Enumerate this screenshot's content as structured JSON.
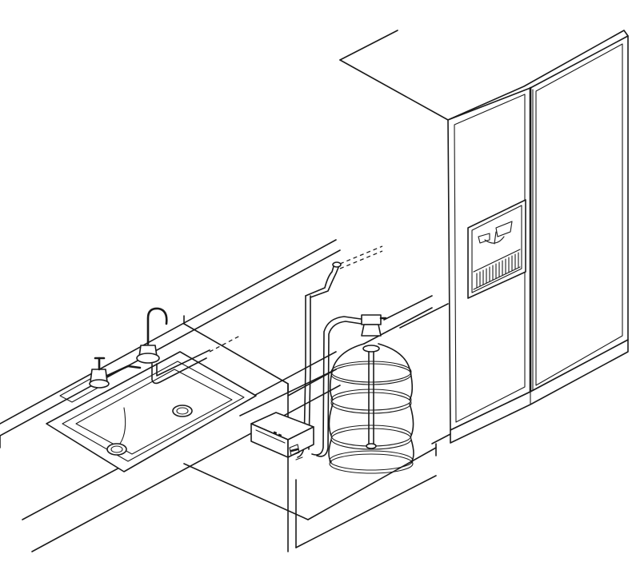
{
  "diagram": {
    "stroke_color": "#1a1a1a",
    "background_color": "#ffffff",
    "components": [
      {
        "id": "refrigerator",
        "icon": "side-by-side-refrigerator-icon"
      },
      {
        "id": "water-dispenser",
        "icon": "ice-water-dispenser-icon"
      },
      {
        "id": "kitchen-sink",
        "icon": "double-basin-sink-icon"
      },
      {
        "id": "faucet",
        "icon": "faucet-icon"
      },
      {
        "id": "water-bottle",
        "icon": "water-bottle-icon"
      },
      {
        "id": "pump-unit",
        "icon": "water-pump-icon"
      },
      {
        "id": "water-line",
        "icon": "water-tube-icon"
      }
    ]
  }
}
